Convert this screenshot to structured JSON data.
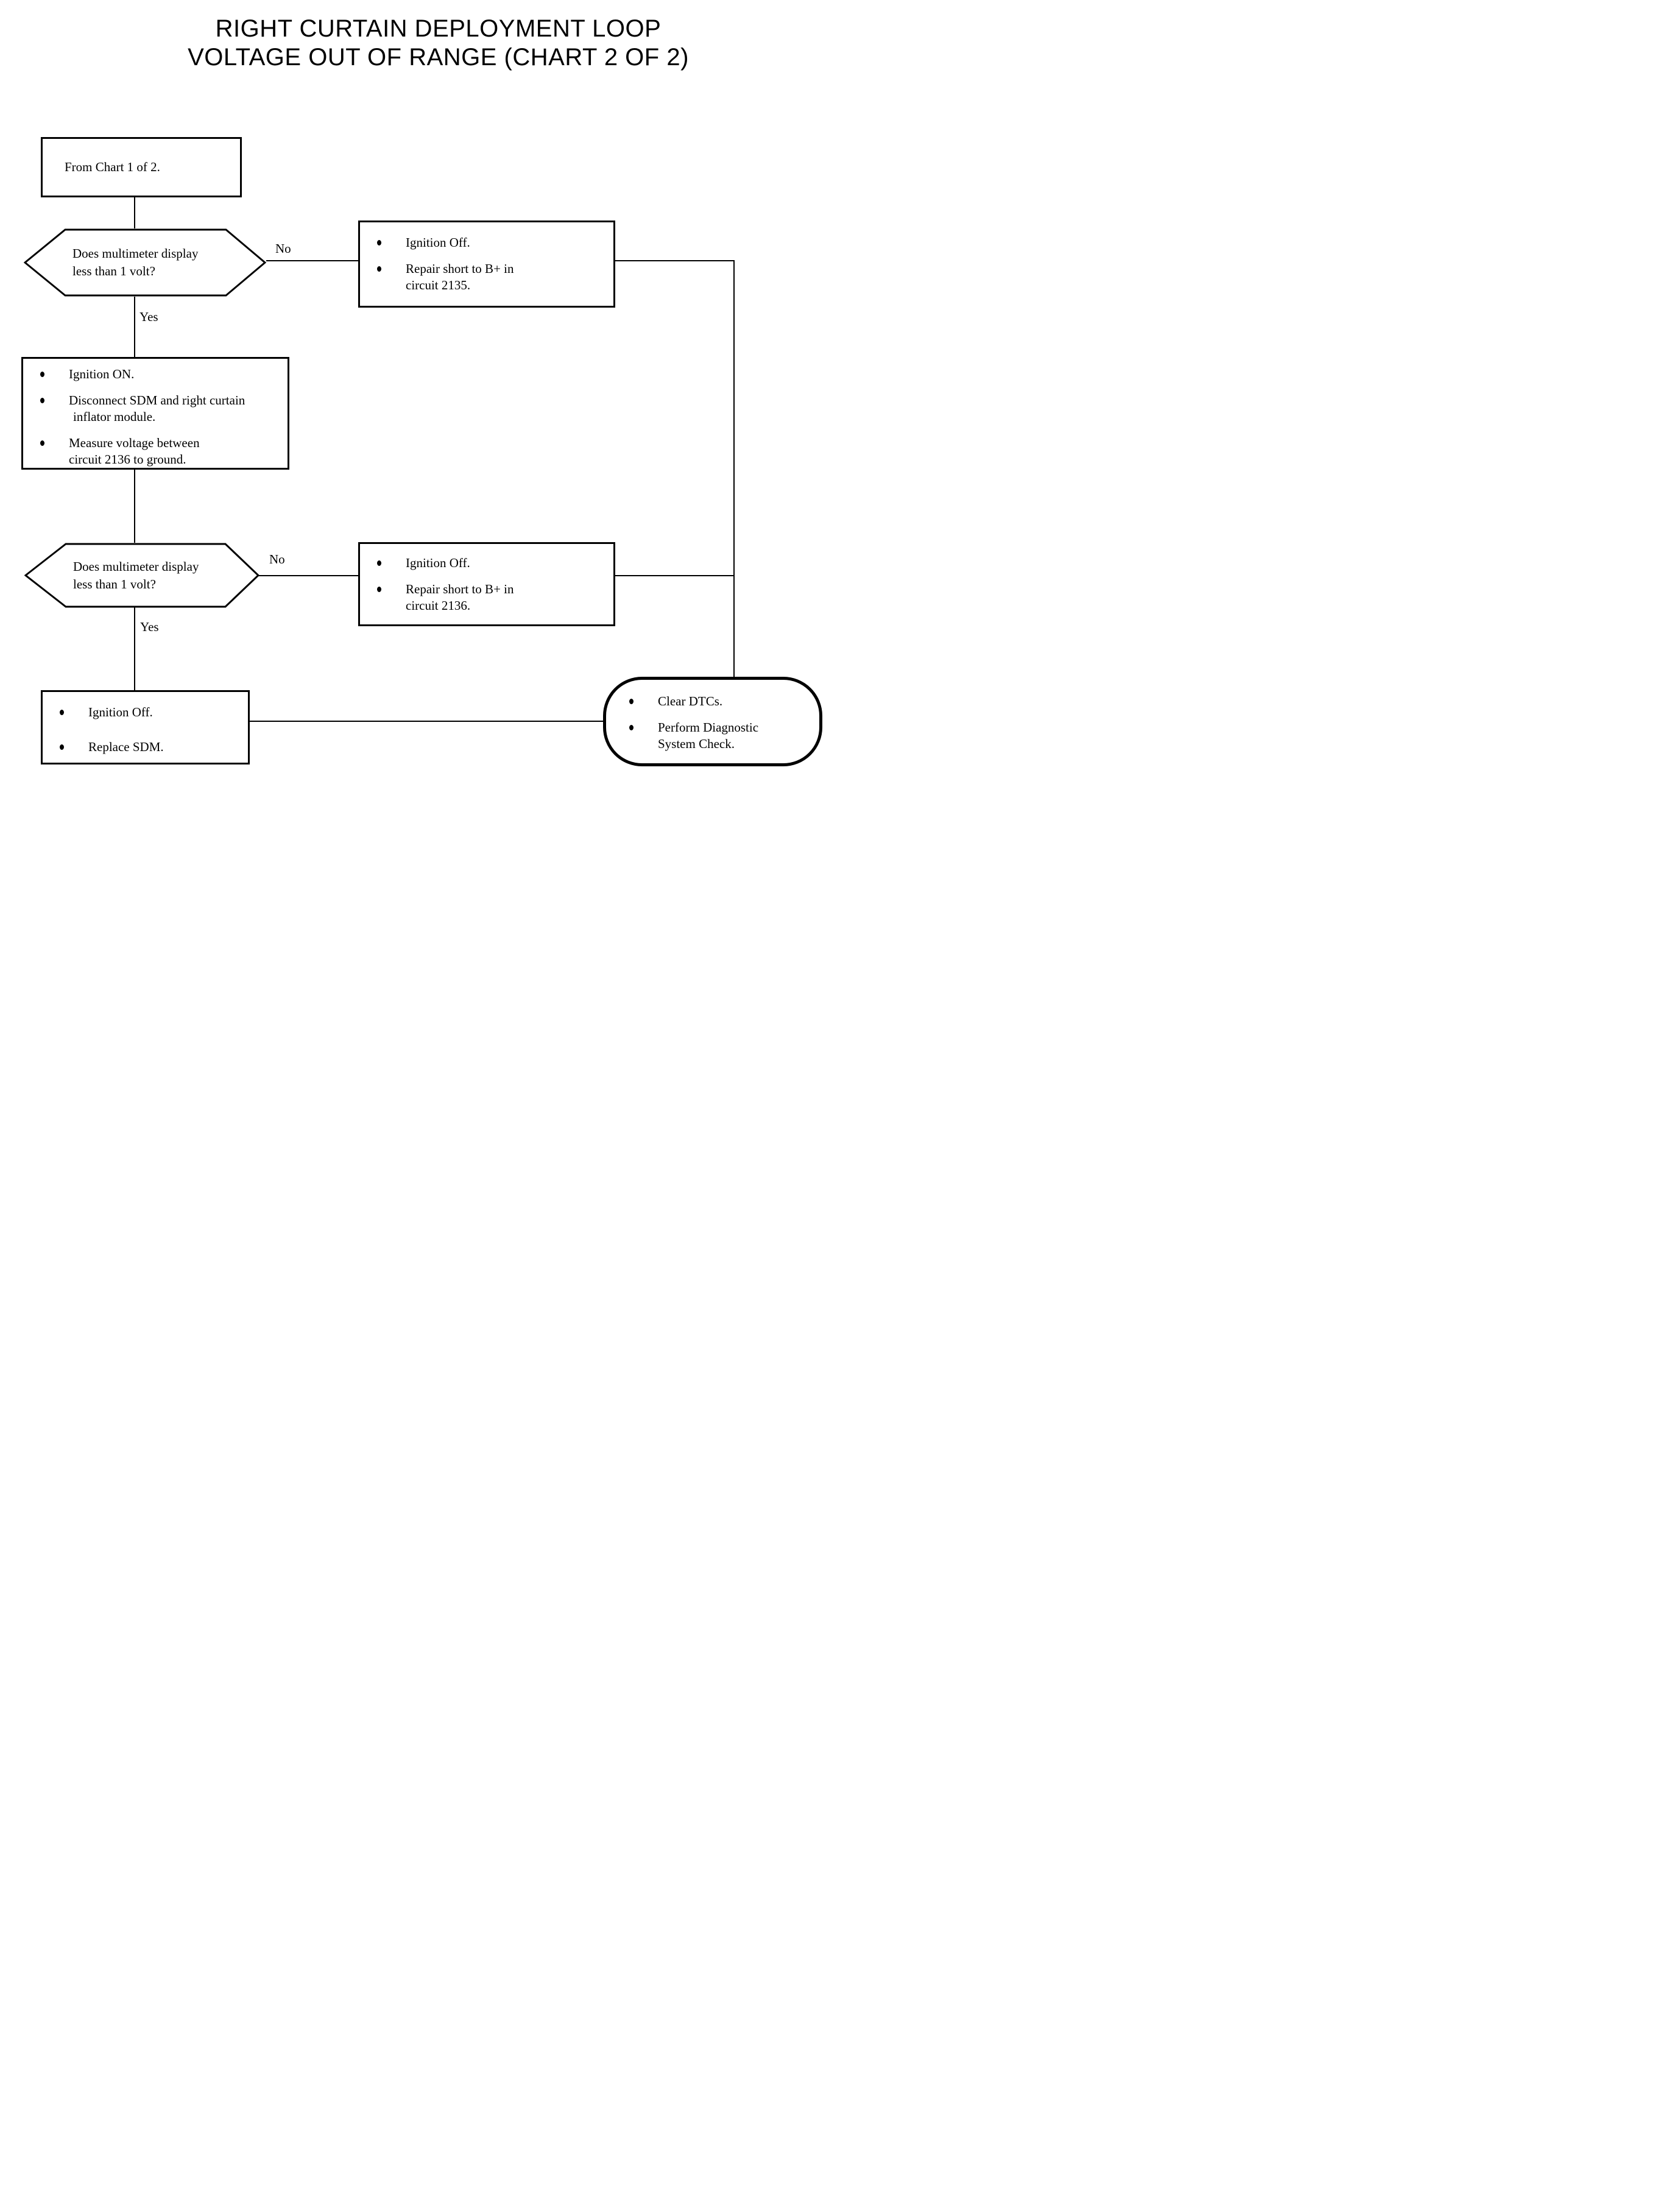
{
  "title": {
    "line1": "RIGHT CURTAIN DEPLOYMENT LOOP",
    "line2": "VOLTAGE OUT OF RANGE (CHART 2 OF 2)"
  },
  "nodes": {
    "from_chart": {
      "text": "From Chart 1 of 2."
    },
    "decision1": {
      "line1": "Does multimeter display",
      "line2": "less than 1 volt?"
    },
    "no1_box": {
      "bullets": [
        {
          "lines": [
            "Ignition Off."
          ]
        },
        {
          "lines": [
            "Repair short to B+ in",
            "circuit 2135."
          ]
        }
      ]
    },
    "procedure_box": {
      "bullets": [
        {
          "lines": [
            "Ignition ON."
          ]
        },
        {
          "lines": [
            "Disconnect SDM and right curtain",
            "inflator module."
          ]
        },
        {
          "lines": [
            "Measure voltage between",
            "circuit 2136 to ground."
          ]
        }
      ]
    },
    "decision2": {
      "line1": "Does multimeter display",
      "line2": "less than 1 volt?"
    },
    "no2_box": {
      "bullets": [
        {
          "lines": [
            "Ignition Off."
          ]
        },
        {
          "lines": [
            "Repair short to B+ in",
            "circuit 2136."
          ]
        }
      ]
    },
    "replace_box": {
      "bullets": [
        {
          "lines": [
            "Ignition Off."
          ]
        },
        {
          "lines": [
            "Replace SDM."
          ]
        }
      ]
    },
    "terminal": {
      "bullets": [
        {
          "lines": [
            "Clear DTCs."
          ]
        },
        {
          "lines": [
            "Perform Diagnostic",
            "System Check."
          ]
        }
      ]
    }
  },
  "labels": {
    "no1": "No",
    "yes1": "Yes",
    "no2": "No",
    "yes2": "Yes"
  },
  "colors": {
    "line": "#000000",
    "background": "#ffffff",
    "text": "#000000"
  }
}
